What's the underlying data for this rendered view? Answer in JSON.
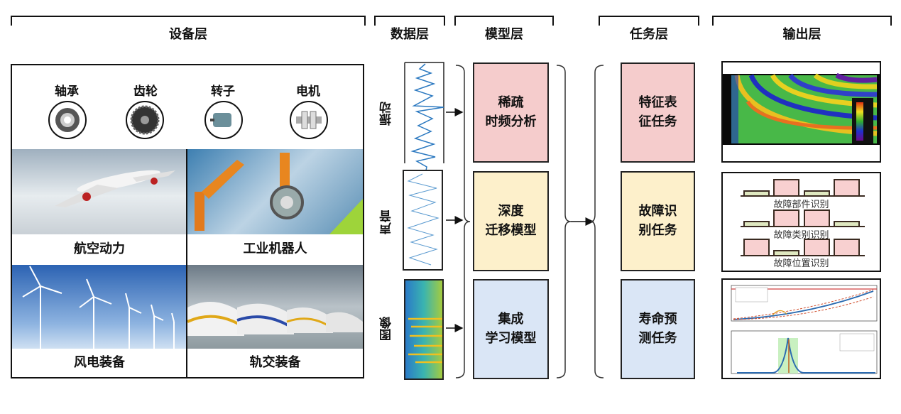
{
  "layers": {
    "device": "设备层",
    "data": "数据层",
    "model": "模型层",
    "task": "任务层",
    "output": "输出层"
  },
  "components": [
    "轴承",
    "齿轮",
    "转子",
    "电机"
  ],
  "equipment": [
    "航空动力",
    "工业机器人",
    "风电装备",
    "轨交装备"
  ],
  "data_sources": [
    "振动",
    "声音",
    "图像"
  ],
  "models": [
    {
      "line1": "稀疏",
      "line2": "时频分析",
      "color": "#f5cccc"
    },
    {
      "line1": "深度",
      "line2": "迁移模型",
      "color": "#fdf0cb"
    },
    {
      "line1": "集成",
      "line2": "学习模型",
      "color": "#dae6f6"
    }
  ],
  "tasks": [
    {
      "line1": "特征表",
      "line2": "征任务"
    },
    {
      "line1": "故障识",
      "line2": "别任务"
    },
    {
      "line1": "寿命预",
      "line2": "测任务"
    }
  ],
  "fault_labels": [
    "故障部件识别",
    "故障类别识别",
    "故障位置识别"
  ]
}
